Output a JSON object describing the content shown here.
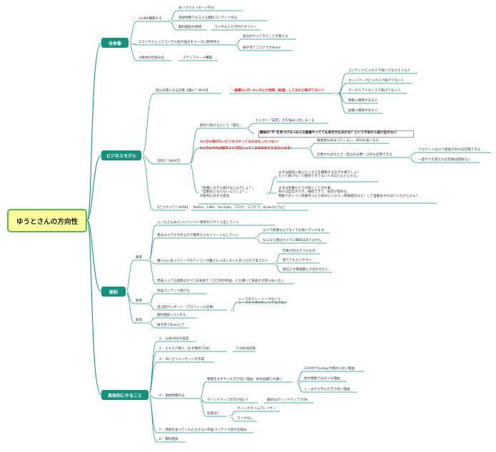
{
  "root": "ゆうとさんの方向性",
  "colors": {
    "branch": "#14927c",
    "line": "#14927c",
    "root_fill": "#fffca0",
    "root_border": "#5ab54a",
    "red": "#e3231f"
  },
  "overview": {
    "title": "全体像",
    "line_benefit": "①LINE構築する",
    "greeting_msg": "あいさつメッセージ作る",
    "register_gift": "登録特典でもらえる無料コンテンツ作る",
    "free_audio": "無料面談の誘導",
    "consult_30k": "コンサル３０万円でオファー",
    "consult_base": "②コンサルとってコンサル生の悩みをベースに教材作る",
    "teach_done": "自分のやってきたことを教える",
    "joshi_brain": "様子見てココナラかBrain",
    "material_mech": "③教材の仕組み化",
    "step_mail": "ステップメール構築"
  },
  "business": {
    "title": "ビジネスモデル",
    "target_q": "見込み客になる対象【誰に？WHO】",
    "target_a": "・副業3ヶ月〜6ヶ月とか実践（勉強）してるけど稼げてない人",
    "targets": [
      "コンテンツビジネスで稼いでなさそうな人",
      "ネットワークビジネスで稼げてない人",
      "グーグルアドセンスで稼げてない人",
      "物販に興味がある人",
      "副業に興味がある人"
    ],
    "what_label": "【何を？WHAT】",
    "sure_earn": "絶対に稼げるという「確信」",
    "anyone": "とにかく『安定』さを強みに出しまくる",
    "oversea": "趣味の\"不\"を見つける→みんな副業やってても来月大丈夫かな？という不安から抜け出せない",
    "red1": "3ヶ月も稼げないビジネスやってるのはもったいない！",
    "red2": "3ヶ月もやれば毎月２０万円入ってくるのはあたりまえになる！",
    "seo": "権威性も高まってくるし、SEOも強くなる",
    "camera": "応用すればカメラ（自分の分野）以外も応用できる",
    "acct": "アカウント分けて資金があれば応用できる",
    "pair": "一度やり方覚えれば年齢は関係ない",
    "objection_lines": "「労働しなきゃ稼げないんでしょ？」\n「自動化にならないんでしょ？」\nの批判に対する意見",
    "q1": "まずは確実に稼ぐビジネスを構築する方が大事でしょ？\nだって稼げなくて継続できてない人がほとんどじゃん。",
    "q2": "まずは労働だろうが稼ぐことが大事。\n稼げば自信がつき、継続できて、安定が望める。\n物販でガッツリ実績作ったら他のビジネス（情報発信など）して自動化すればいいだけじゃん？",
    "how": "【どうやって？HOW】",
    "how_channels": "Twitter、LINE、YouTube、ブログ、ココナラ、Brainなどなど"
  },
  "principle": {
    "title": "原則",
    "collect": "集客",
    "education": "教育",
    "sales": "販売",
    "c1": "ふーたさんみたいにバンバン更新のスクショ出していく",
    "c2": "基はカメラグがあるので簡単そうなツイートもしていく",
    "c2a": "カメラ知識なんてなくても稼いでいけます",
    "c2b": "なんなら僕はカメラに興味はありません",
    "c3": "優さんに合ってシーマのアイコンが優さんっぽくないと思ったので変えたい",
    "c3a": "印象が良さそうなもの",
    "c3b": "覚えてもらいやすい",
    "c3c": "発信とか価値観とか合わせたい",
    "c4": "黒謡入ってる画像はすべて日本語で「〇〇円の利益」とか書いて英語グゼ取ら払いたい",
    "e1": "有益コンテンツ投げる",
    "e2": "自己紹介レポート（プロフィール記事）",
    "e2a": "シーマのストーリーがないと\nシーマから学びたいってならない",
    "s1": "無料面談→コンサル",
    "s2": "様子見てBrainとT"
  },
  "actions": {
    "title": "具体的にやること",
    "a1": "１：公式LINEの設定",
    "a2": "２：エキスパ導入（まず無料でOK）",
    "a2a": "アカBAN対策",
    "a3": "３：あいさつメッセージを作成",
    "a4": "４：登録特典作る",
    "a4_q": "物販をまずやった方が良い理由、他の副業との違い",
    "a4_q1": "その中でもebayが絶対に良い理由",
    "a4_q2": "他の物販ではダメな理由",
    "a4_q3": "しーまから学んだ方が良い理由",
    "a4_mind": "マインドマップの方が良い？",
    "a4_mind_a": "最初はマインドマップでOK",
    "a4_rec": "収録は？",
    "a4_rec1": "クイックタイムプレイヤー",
    "a4_rec2": "マイクなし",
    "a5": "５：感想を送ってくれたらさらに有益コンテンツ渡す仕組み",
    "a6": "６：無料相談"
  }
}
